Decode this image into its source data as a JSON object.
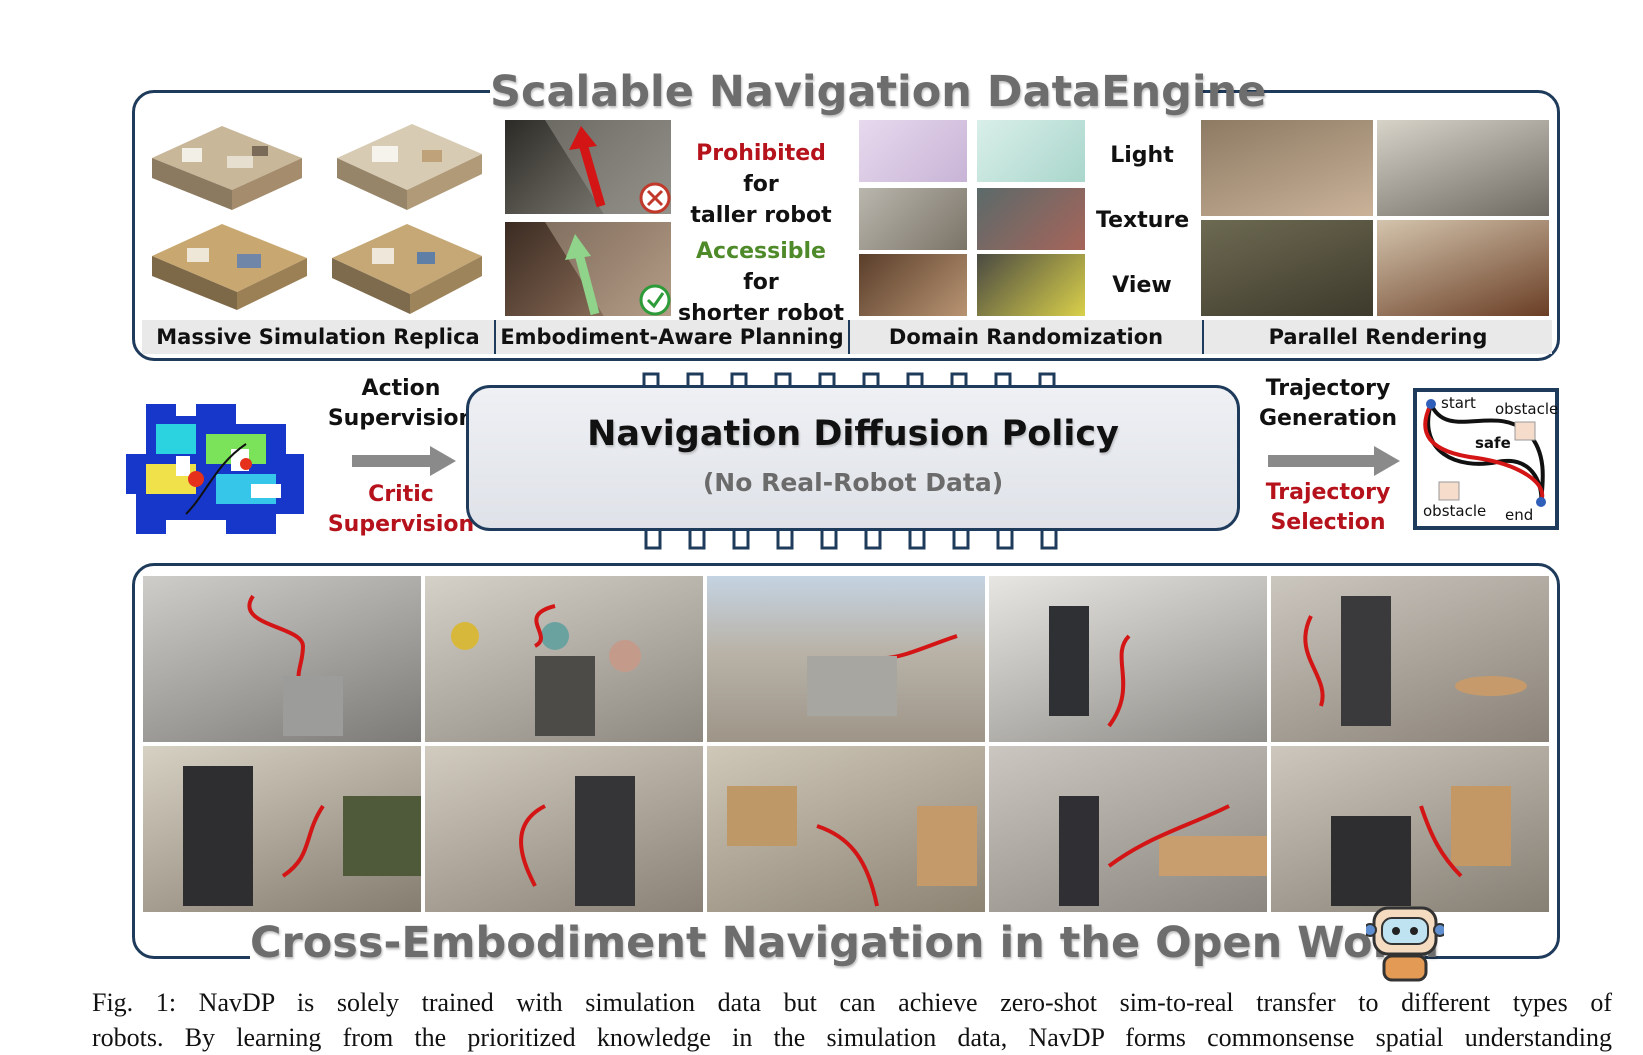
{
  "colors": {
    "frame": "#1f3b5b",
    "title_gray": "#6d6d6d",
    "red": "#b5121b",
    "green": "#4f8a2a",
    "panel": "#e9e9e9"
  },
  "top_panel": {
    "title": "Scalable Navigation DataEngine",
    "sections": [
      "Massive Simulation Replica",
      "Embodiment-Aware Planning",
      "Domain Randomization",
      "Parallel Rendering"
    ],
    "embodiment": {
      "prohibited_word": "Prohibited",
      "prohibited_rest_1": " for",
      "prohibited_rest_2": "taller robot",
      "accessible_word": "Accessible",
      "accessible_rest_1": " for",
      "accessible_rest_2": "shorter robot"
    },
    "randomization_labels": [
      "Light",
      "Texture",
      "View"
    ]
  },
  "middle": {
    "left_top": [
      "Action",
      "Supervision"
    ],
    "left_bottom": [
      "Critic",
      "Supervision"
    ],
    "policy_title": "Navigation Diffusion Policy",
    "policy_subtitle": "(No Real-Robot Data)",
    "right_top": [
      "Trajectory",
      "Generation"
    ],
    "right_bottom": [
      "Trajectory",
      "Selection"
    ],
    "inset": {
      "start": "start",
      "end": "end",
      "safe": "safe",
      "obstacle_top": "obstacle",
      "obstacle_bottom": "obstacle"
    }
  },
  "bottom_panel": {
    "title": "Cross-Embodiment Navigation in the Open World"
  },
  "caption": {
    "line1": "Fig. 1: NavDP is solely trained with simulation data but can achieve zero-shot sim-to-real transfer to different types of",
    "line2": "robots. By learning from the prioritized knowledge in the simulation data, NavDP forms commonsense spatial understanding"
  }
}
